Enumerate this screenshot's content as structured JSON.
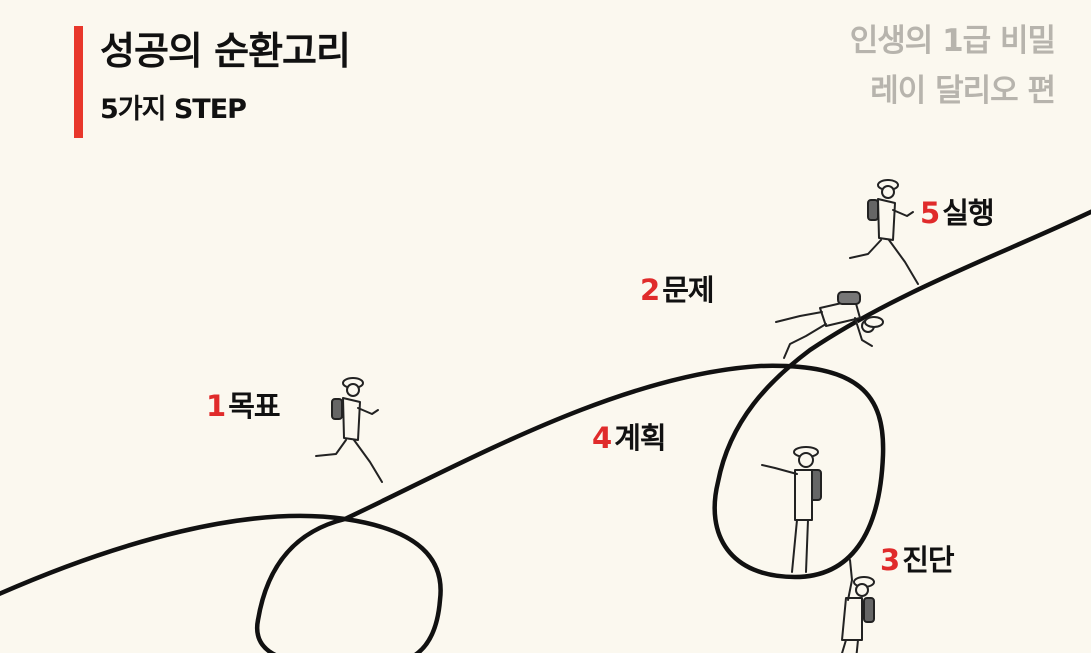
{
  "header": {
    "title": "성공의 순환고리",
    "subtitle": "5가지 STEP",
    "side_note_line1": "인생의 1급 비밀",
    "side_note_line2": "레이 달리오 편"
  },
  "steps": [
    {
      "number": "1",
      "label": "목표"
    },
    {
      "number": "2",
      "label": "문제"
    },
    {
      "number": "3",
      "label": "진단"
    },
    {
      "number": "4",
      "label": "계획"
    },
    {
      "number": "5",
      "label": "실행"
    }
  ],
  "colors": {
    "background": "#fbf8ef",
    "accent": "#e8372b",
    "step_number": "#e02b2b",
    "text": "#111111",
    "muted": "#b7b4ad",
    "line": "#111111"
  }
}
